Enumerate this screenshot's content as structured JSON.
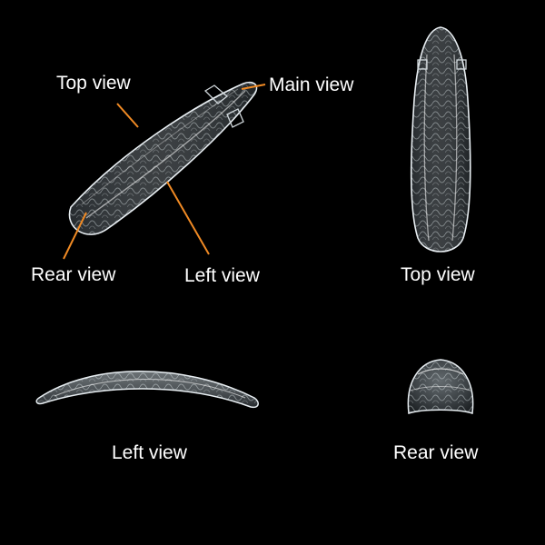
{
  "labels": {
    "top_view_callout": "Top view",
    "main_view_callout": "Main view",
    "rear_view_callout": "Rear view",
    "left_view_callout": "Left view",
    "top_view_caption": "Top view",
    "left_view_caption": "Left view",
    "rear_view_caption": "Rear view"
  },
  "colors": {
    "background": "#000000",
    "text": "#ffffff",
    "leader_line": "#f08a24",
    "nail_outline": "#e8eef2"
  },
  "images": {
    "main_view": "clear-stiletto-nail-tip-angled",
    "top_view": "clear-stiletto-nail-tip-top",
    "left_view": "clear-nail-tip-side-profile",
    "rear_view": "clear-nail-tip-rear-cross-section"
  }
}
